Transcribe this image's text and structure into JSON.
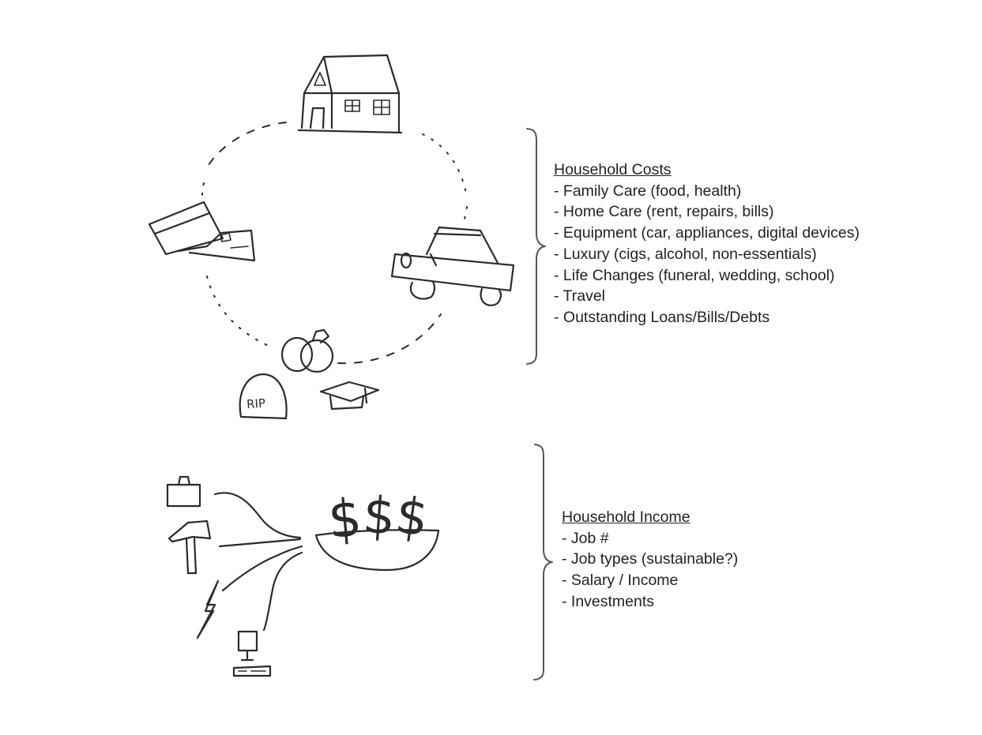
{
  "costs": {
    "heading": "Household Costs",
    "items": [
      "- Family Care (food, health)",
      "- Home Care (rent, repairs, bills)",
      "- Equipment (car, appliances, digital devices)",
      "- Luxury (cigs, alcohol, non-essentials)",
      "- Life Changes (funeral, wedding, school)",
      "- Travel",
      "- Outstanding Loans/Bills/Debts"
    ]
  },
  "income": {
    "heading": "Household Income",
    "items": [
      "- Job #",
      "- Job types (sustainable?)",
      "- Salary / Income",
      "- Investments"
    ]
  },
  "sketch": {
    "tombstone_text": "RIP",
    "money_symbols": [
      "$",
      "$",
      "$"
    ]
  }
}
